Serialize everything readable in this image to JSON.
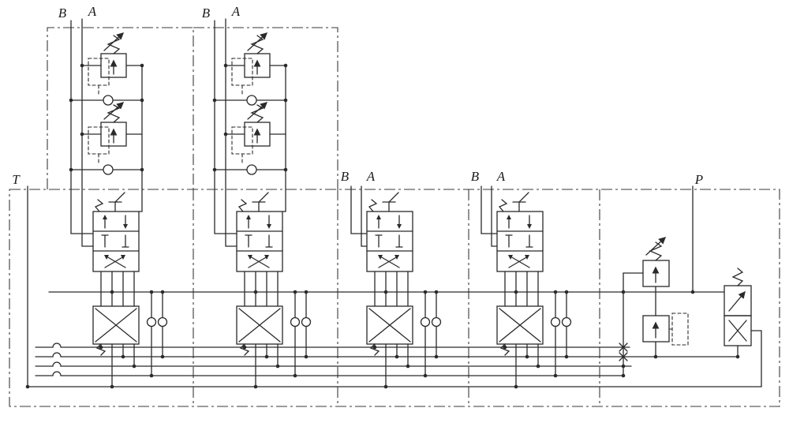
{
  "diagram": {
    "kind": "hydraulic sectional directional control valve block schematic",
    "line_color": "#2a2a2a",
    "background": "#ffffff",
    "section_count": 4
  },
  "ports": {
    "s1": {
      "b": "B",
      "a": "A"
    },
    "s2": {
      "b": "B",
      "a": "A"
    },
    "s3": {
      "b": "B",
      "a": "A"
    },
    "s4": {
      "b": "B",
      "a": "A"
    },
    "tank": "T",
    "pressure": "P"
  }
}
